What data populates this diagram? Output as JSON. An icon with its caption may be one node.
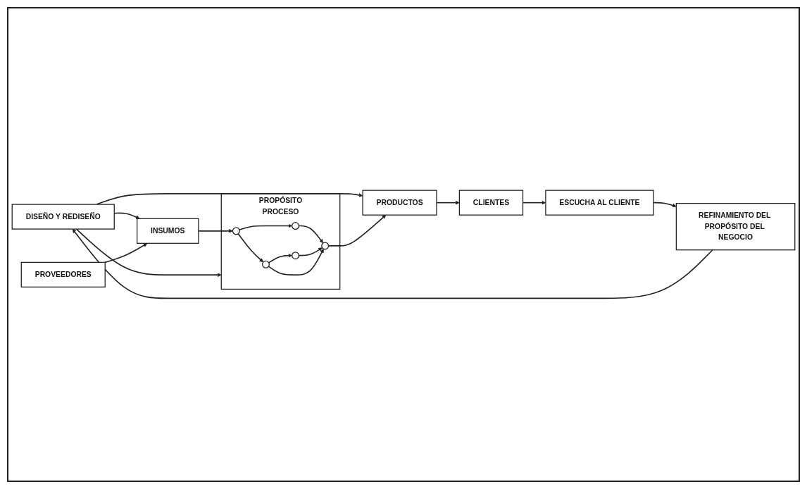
{
  "diagram": {
    "nodes": [
      {
        "text": [
          "DISEÑO Y REDISEÑO"
        ]
      },
      {
        "text": [
          "REFINAMIENTO DEL PROPÓSITO DEL NEGOCIO"
        ]
      },
      {
        "text": [
          "ESCUCHA AL CLIENTE"
        ]
      },
      {
        "text": [
          "PROVEEDORES"
        ]
      },
      {
        "text": [
          "INSUMOS"
        ]
      },
      {
        "text": [
          "PROPÓSITO",
          "PROCESO"
        ]
      },
      {
        "text": [],
        "shape": "circle",
        "in": 5
      },
      {
        "text": [],
        "shape": "circle",
        "in": 5
      },
      {
        "text": [],
        "shape": "circle",
        "in": 5
      },
      {
        "text": [],
        "shape": "circle",
        "in": 5
      },
      {
        "text": [],
        "shape": "circle",
        "in": 5
      },
      {
        "text": [
          "PRODUCTOS"
        ]
      },
      {
        "text": [
          "CLIENTES"
        ]
      }
    ],
    "edges": [
      {
        "from": 2,
        "to": 1,
        "arrow": "to"
      },
      {
        "from": 1,
        "to": 0,
        "arrow": "to"
      },
      {
        "from": 0,
        "to": 4,
        "arrow": "to"
      },
      {
        "from": 0,
        "to": 5,
        "arrow": "to"
      },
      {
        "from": 0,
        "to": 11,
        "arrow": "to"
      },
      {
        "from": 3,
        "to": 4,
        "arrow": "to"
      },
      {
        "from": 4,
        "to": 7,
        "arrow": "to"
      },
      {
        "from": 7,
        "to": 9,
        "arrow": "to"
      },
      {
        "from": 7,
        "to": 6,
        "arrow": "to"
      },
      {
        "from": 9,
        "to": 10,
        "arrow": "to"
      },
      {
        "from": 6,
        "to": 8,
        "arrow": "to"
      },
      {
        "from": 8,
        "to": 10,
        "arrow": "to"
      },
      {
        "from": 6,
        "to": 10,
        "arrow": "to"
      },
      {
        "from": 10,
        "to": 11,
        "arrow": "to"
      },
      {
        "from": 11,
        "to": 12,
        "arrow": "to"
      },
      {
        "from": 12,
        "to": 2,
        "arrow": "to"
      }
    ]
  }
}
